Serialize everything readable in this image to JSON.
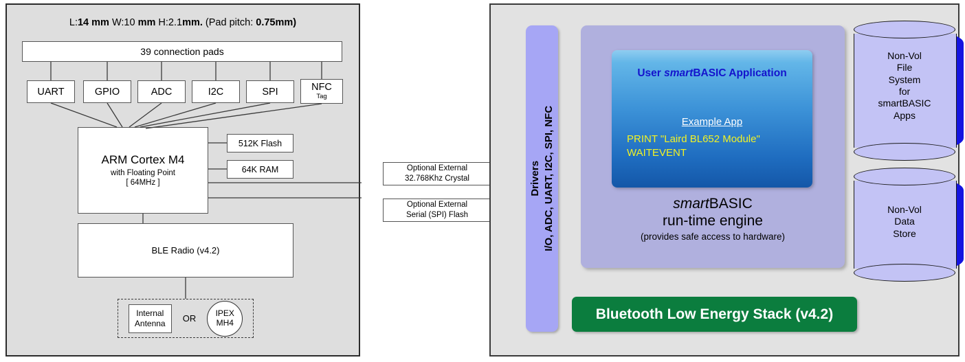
{
  "left_panel": {
    "title": {
      "seg1_plain": "L:",
      "seg1_bold": "14 mm",
      "seg2_plain": " W:10 ",
      "seg2_bold": "mm",
      "seg3_plain": " H:2.1",
      "seg3_bold": "mm.",
      "seg4_plain": " (Pad pitch: ",
      "seg4_bold": "0.75mm)"
    },
    "pads_box": "39 connection pads",
    "peripherals": [
      {
        "label": "UART"
      },
      {
        "label": "GPIO"
      },
      {
        "label": "ADC"
      },
      {
        "label": "I2C"
      },
      {
        "label": "SPI"
      },
      {
        "label": "NFC",
        "sub": "Tag"
      }
    ],
    "cpu": {
      "line1": "ARM Cortex M4",
      "line2": "with Floating Point",
      "line3": "[ 64MHz ]"
    },
    "memory": [
      {
        "label": "512K Flash"
      },
      {
        "label": "64K RAM"
      }
    ],
    "external": [
      {
        "line1": "Optional External",
        "line2": "32.768Khz Crystal"
      },
      {
        "line1": "Optional External",
        "line2": "Serial (SPI) Flash"
      }
    ],
    "radio": "BLE Radio (v4.2)",
    "antenna": {
      "internal_line1": "Internal",
      "internal_line2": "Antenna",
      "or_label": "OR",
      "ipex_line1": "IPEX",
      "ipex_line2": "MH4"
    }
  },
  "right_panel": {
    "drivers": {
      "line1": "Drivers",
      "line2": "I/O, ADC, UART, I2C, SPI, NFC"
    },
    "application": {
      "title_prefix": "User ",
      "title_italic": "smart",
      "title_suffix": "BASIC Application",
      "example_heading": "Example App",
      "code_line1": "PRINT \"Laird BL652 Module\"",
      "code_line2": "WAITEVENT"
    },
    "engine": {
      "line1_italic": "smart",
      "line1_rest": "BASIC",
      "line2": "run-time engine",
      "line3": "(provides safe access to hardware)"
    },
    "ble_stack": "Bluetooth Low Energy Stack (v4.2)",
    "storage": [
      {
        "label": "Non-Vol\nFile\nSystem\nfor\nsmartBASIC\nApps"
      },
      {
        "label": "Non-Vol\nData\nStore"
      }
    ]
  },
  "colors": {
    "panel_bg_left": "#dedede",
    "panel_bg_right": "#e2e2e2",
    "drivers_lavender": "#a6a6f5",
    "runtime_lavender": "#b0b0de",
    "app_blue_top": "#8fcdf0",
    "app_blue_bottom": "#1457a8",
    "app_title_blue": "#1414cd",
    "code_yellow": "#f2f224",
    "ble_green": "#0b7d3e",
    "cylinder_face": "#c3c3f5",
    "cylinder_shadow": "#1414e0"
  }
}
